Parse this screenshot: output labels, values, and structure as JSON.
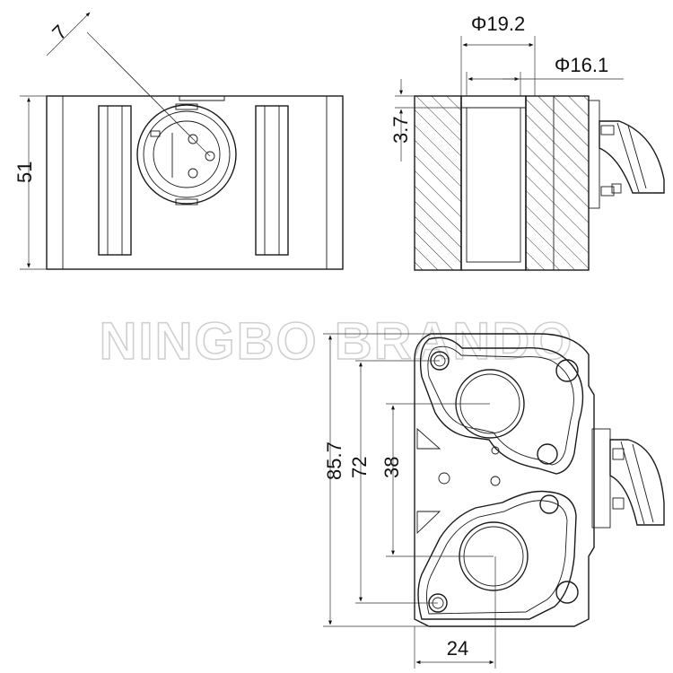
{
  "watermark": "NINGBO BRANDO",
  "dimensions": {
    "pin_spacing": "7",
    "height": "51",
    "outer_diameter": "Φ19.2",
    "inner_diameter": "Φ16.1",
    "tube_offset": "3.7",
    "overall_length": "85.7",
    "hole_spacing": "72",
    "center_spacing": "38",
    "offset_width": "24"
  },
  "colors": {
    "line": "#1a1a1a",
    "watermark_outline": "#d0d0d0"
  }
}
